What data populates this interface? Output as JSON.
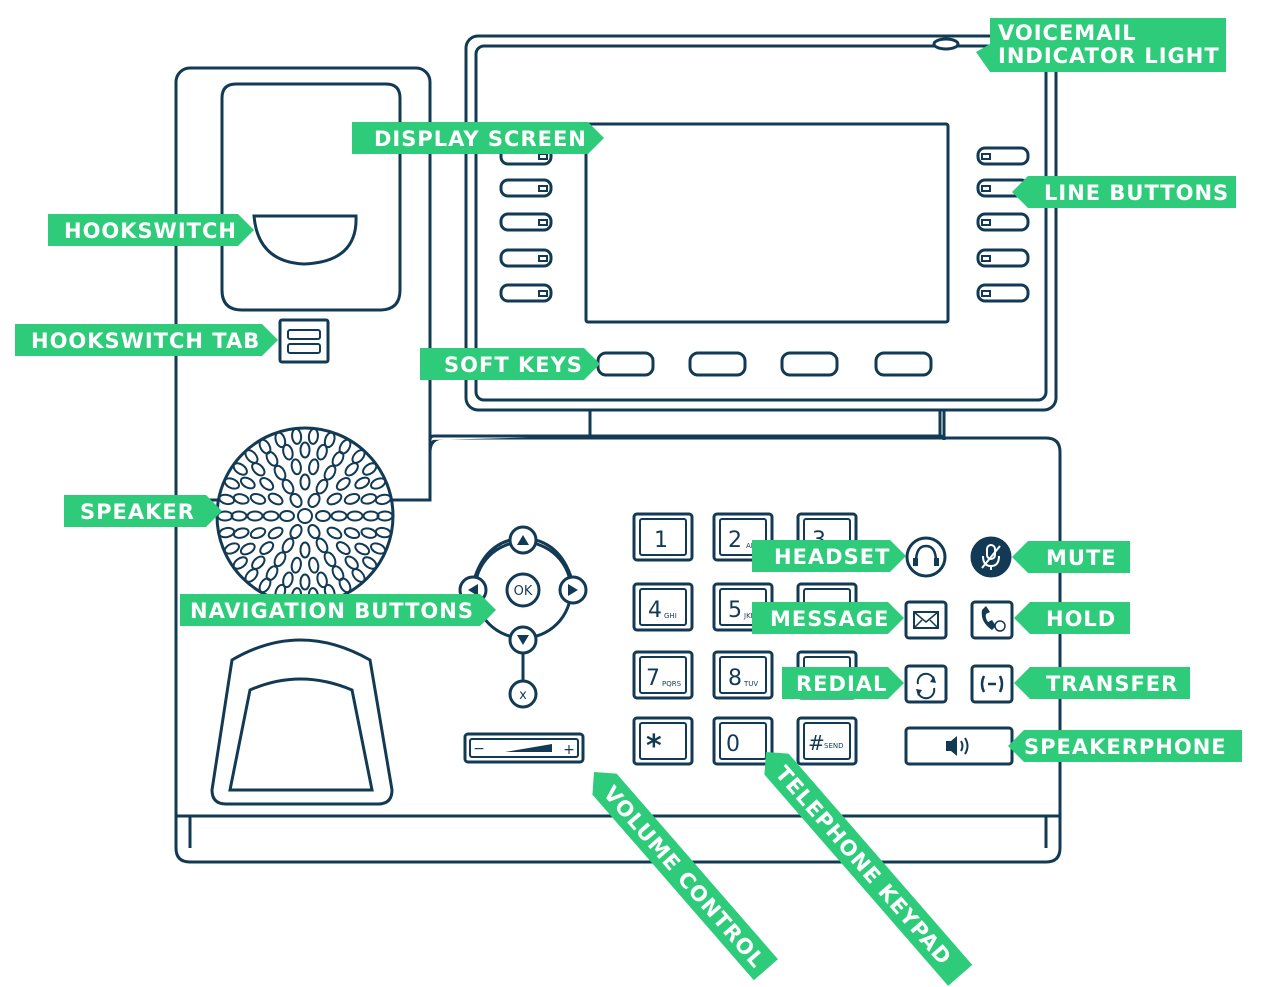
{
  "labels": {
    "voicemail_line1": "VOICEMAIL",
    "voicemail_line2": "INDICATOR LIGHT",
    "display_screen": "DISPLAY SCREEN",
    "line_buttons": "LINE BUTTONS",
    "hookswitch": "HOOKSWITCH",
    "hookswitch_tab": "HOOKSWITCH TAB",
    "soft_keys": "SOFT KEYS",
    "speaker": "SPEAKER",
    "headset": "HEADSET",
    "mute": "MUTE",
    "navigation_buttons": "NAVIGATION BUTTONS",
    "message": "MESSAGE",
    "hold": "HOLD",
    "redial": "REDIAL",
    "transfer": "TRANSFER",
    "speakerphone": "SPEAKERPHONE",
    "volume_control": "VOLUME CONTROL",
    "telephone_keypad": "TELEPHONE KEYPAD"
  },
  "keypad": {
    "k1": "1",
    "k2": "2",
    "k2_sub": "ABC",
    "k3": "3",
    "k4": "4",
    "k4_sub": "GHI",
    "k5": "5",
    "k5_sub": "JKL",
    "k7": "7",
    "k7_sub": "PQRS",
    "k8": "8",
    "k8_sub": "TUV",
    "kstar": "*",
    "k0": "0",
    "khash": "#",
    "khash_sub": "SEND"
  },
  "nav": {
    "ok": "OK",
    "x": "x"
  },
  "volume": {
    "minus": "−",
    "plus": "+"
  },
  "colors": {
    "outline": "#123a55",
    "label_green": "#2ecc7a",
    "label_text": "#ffffff"
  }
}
